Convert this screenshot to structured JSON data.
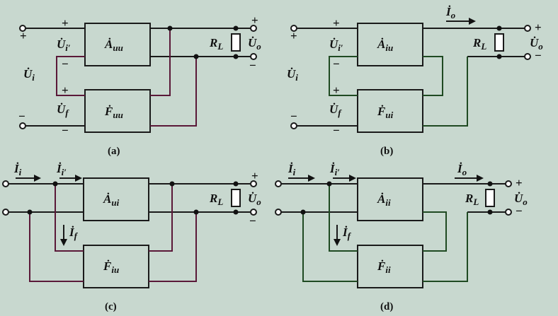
{
  "panels": {
    "a": {
      "caption": "(a)",
      "amp": "Ȧ",
      "amp_sub": "uu",
      "fb": "Ḟ",
      "fb_sub": "uu",
      "in_main": "U̇",
      "in_main_sub": "i",
      "in_prime": "U̇",
      "in_prime_sub": "i′",
      "in_fb": "U̇",
      "in_fb_sub": "f",
      "rl": "R",
      "rl_sub": "L",
      "out": "U̇",
      "out_sub": "o",
      "plus": "+",
      "minus": "−"
    },
    "b": {
      "caption": "(b)",
      "amp": "Ȧ",
      "amp_sub": "iu",
      "fb": "Ḟ",
      "fb_sub": "ui",
      "in_main": "U̇",
      "in_main_sub": "i",
      "in_prime": "U̇",
      "in_prime_sub": "i′",
      "in_fb": "U̇",
      "in_fb_sub": "f",
      "io": "İ",
      "io_sub": "o",
      "rl": "R",
      "rl_sub": "L",
      "out": "U̇",
      "out_sub": "o",
      "plus": "+",
      "minus": "−"
    },
    "c": {
      "caption": "(c)",
      "amp": "Ȧ",
      "amp_sub": "ui",
      "fb": "Ḟ",
      "fb_sub": "iu",
      "ii": "İ",
      "ii_sub": "i",
      "ii_prime": "İ",
      "ii_prime_sub": "i′",
      "if": "İ",
      "if_sub": "f",
      "rl": "R",
      "rl_sub": "L",
      "out": "U̇",
      "out_sub": "o",
      "plus": "+",
      "minus": "−"
    },
    "d": {
      "caption": "(d)",
      "amp": "Ȧ",
      "amp_sub": "ii",
      "fb": "Ḟ",
      "fb_sub": "ii",
      "ii": "İ",
      "ii_sub": "i",
      "ii_prime": "İ",
      "ii_prime_sub": "i′",
      "if": "İ",
      "if_sub": "f",
      "io": "İ",
      "io_sub": "o",
      "rl": "R",
      "rl_sub": "L",
      "out": "U̇",
      "out_sub": "o",
      "plus": "+",
      "minus": "−"
    }
  }
}
